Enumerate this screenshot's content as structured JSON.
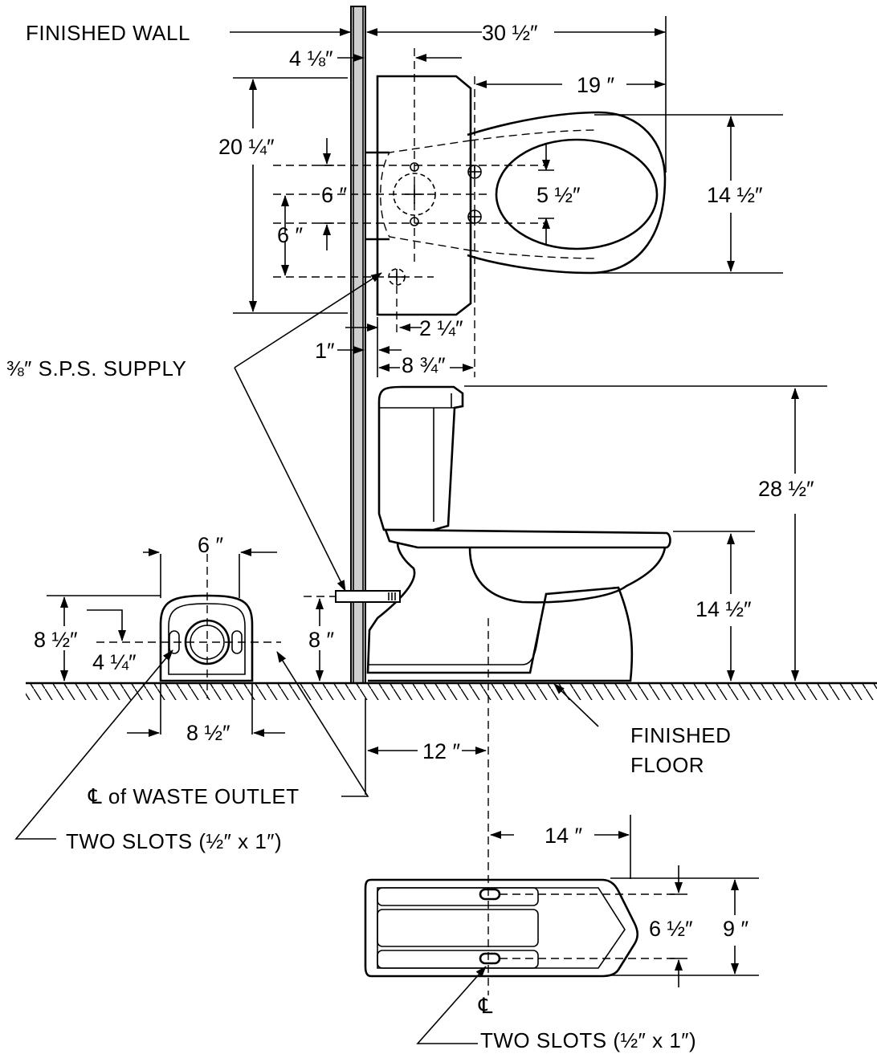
{
  "labels": {
    "finished_wall": "FINISHED WALL",
    "supply": "⅜″ S.P.S. SUPPLY",
    "finished_floor_1": "FINISHED",
    "finished_floor_2": "FLOOR",
    "cl_waste": "℄ of WASTE OUTLET",
    "two_slots_left": "TWO SLOTS (½″ x 1″)",
    "two_slots_bottom": "TWO SLOTS (½″ x 1″)",
    "cl_symbol": "℄"
  },
  "dims": {
    "overall_depth": "30 ½″",
    "wall_to_tank": "4 ⅛″",
    "bowl_length": "19 ″",
    "tank_height_plan": "20 ¼″",
    "bolt_spacing_plan": "6 ″",
    "supply_offset": "6 ″",
    "seat_hole_spacing": "5 ½″",
    "bowl_width": "14 ½″",
    "supply_setback": "2 ¼″",
    "wall_thickness": "1″",
    "tank_depth": "8 ¾″",
    "overall_height": "28 ½″",
    "rim_height": "14 ½″",
    "supply_height": "8 ″",
    "outlet_width": "6 ″",
    "outlet_height": "8 ½″",
    "outlet_center_height": "4 ¼″",
    "outlet_base_width": "8 ½″",
    "rough_in": "12 ″",
    "slot_to_front": "14 ″",
    "slot_spacing": "6 ½″",
    "base_width": "9 ″"
  }
}
